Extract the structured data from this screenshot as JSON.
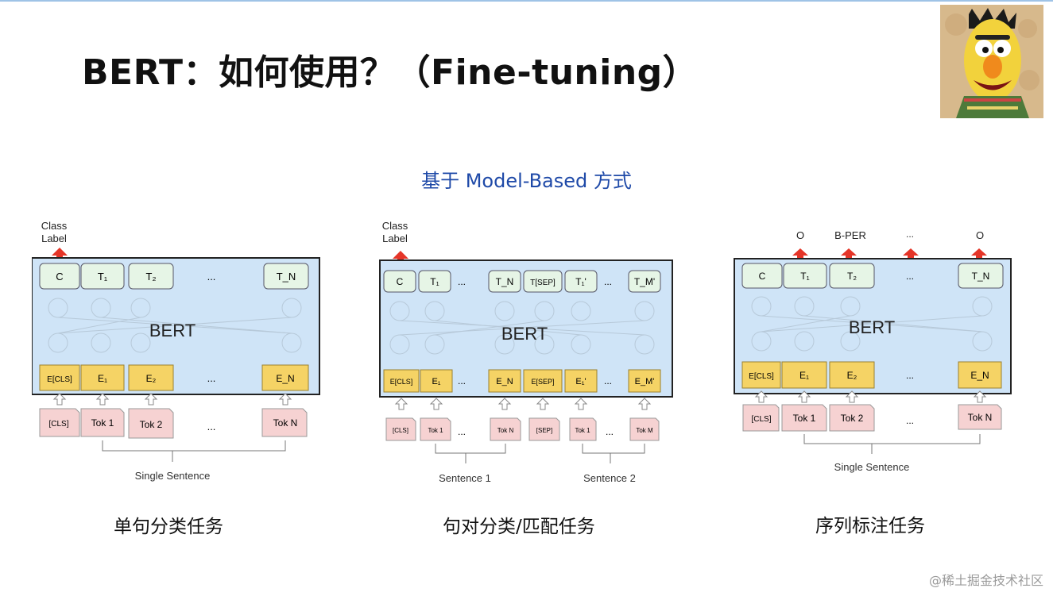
{
  "slide": {
    "title": "BERT：如何使用？（Fine-tuning）",
    "subtitle": "基于 Model-Based 方式",
    "watermark": "@稀土掘金技术社区"
  },
  "panels": [
    {
      "top_labels": [
        "Class",
        "Label"
      ],
      "output_tokens": [
        "C",
        "T₁",
        "T₂",
        "...",
        "T_N"
      ],
      "model_label": "BERT",
      "embeddings": [
        "E[CLS]",
        "E₁",
        "E₂",
        "...",
        "E_N"
      ],
      "inputs": [
        "[CLS]",
        "Tok 1",
        "Tok 2",
        "...",
        "Tok N"
      ],
      "bracket_labels": [
        "Single Sentence"
      ],
      "task_name": "单句分类任务"
    },
    {
      "top_labels": [
        "Class",
        "Label"
      ],
      "output_tokens": [
        "C",
        "T₁",
        "...",
        "T_N",
        "T[SEP]",
        "T₁'",
        "...",
        "T_M'"
      ],
      "model_label": "BERT",
      "embeddings": [
        "E[CLS]",
        "E₁",
        "...",
        "E_N",
        "E[SEP]",
        "E₁'",
        "...",
        "E_M'"
      ],
      "inputs": [
        "[CLS]",
        "Tok 1",
        "...",
        "Tok N",
        "[SEP]",
        "Tok 1",
        "...",
        "Tok M"
      ],
      "bracket_labels": [
        "Sentence 1",
        "Sentence 2"
      ],
      "task_name": "句对分类/匹配任务"
    },
    {
      "top_labels": [
        "O",
        "B-PER",
        "...",
        "O"
      ],
      "output_tokens": [
        "C",
        "T₁",
        "T₂",
        "...",
        "T_N"
      ],
      "model_label": "BERT",
      "embeddings": [
        "E[CLS]",
        "E₁",
        "E₂",
        "...",
        "E_N"
      ],
      "inputs": [
        "[CLS]",
        "Tok 1",
        "Tok 2",
        "...",
        "Tok N"
      ],
      "bracket_labels": [
        "Single Sentence"
      ],
      "task_name": "序列标注任务"
    }
  ],
  "colors": {
    "bert_box": "#cfe4f7",
    "output_token": "#e6f5e6",
    "embedding": "#f5d365",
    "input_token": "#f6d2d2",
    "arrow_red": "#e53528",
    "subtitle_blue": "#1f4aa8"
  }
}
